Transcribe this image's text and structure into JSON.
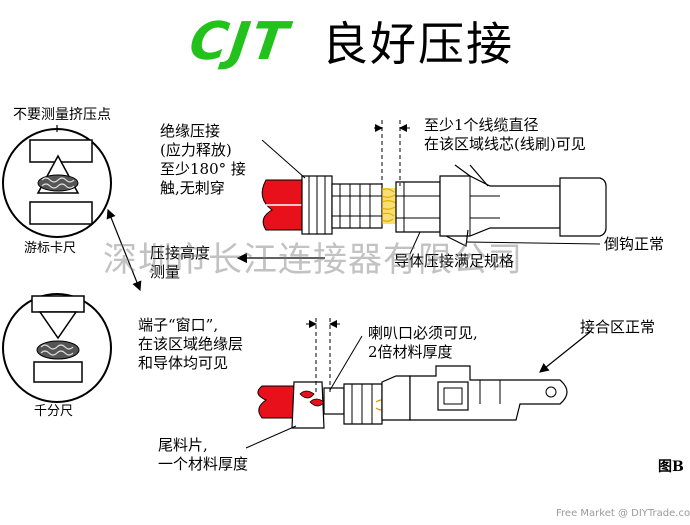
{
  "title": {
    "logo": "CJT",
    "heading": "良好压接"
  },
  "labels": {
    "no_measure": "不要测量挤压点",
    "vernier": "游标卡尺",
    "micrometer": "千分尺",
    "crimp_height_1": "压接高度",
    "crimp_height_2": "测量",
    "insulation_1": "绝缘压接",
    "insulation_2": "(应力释放)",
    "insulation_3": "至少180° 接",
    "insulation_4": "触,无刺穿",
    "strand_1": "至少1个线缆直径",
    "strand_2": "在该区域线芯(线刷)可见",
    "barb": "倒钩正常",
    "conductor": "导体压接满足规格",
    "window_1": "端子“窗口”,",
    "window_2": "在该区域绝缘层",
    "window_3": "和导体均可见",
    "bellmouth_1": "喇叭口必须可见,",
    "bellmouth_2": "2倍材料厚度",
    "mating": "接合区正常",
    "tail_1": "尾料片,",
    "tail_2": "一个材料厚度",
    "figure": "图B"
  },
  "watermark": "深圳市长江连接器有限公司",
  "credit": "Free Market @ DIYTrade.com",
  "colors": {
    "logo": "#22c11c",
    "insulation": "#e8101a",
    "strands": "#f2c200",
    "line": "#000000"
  }
}
